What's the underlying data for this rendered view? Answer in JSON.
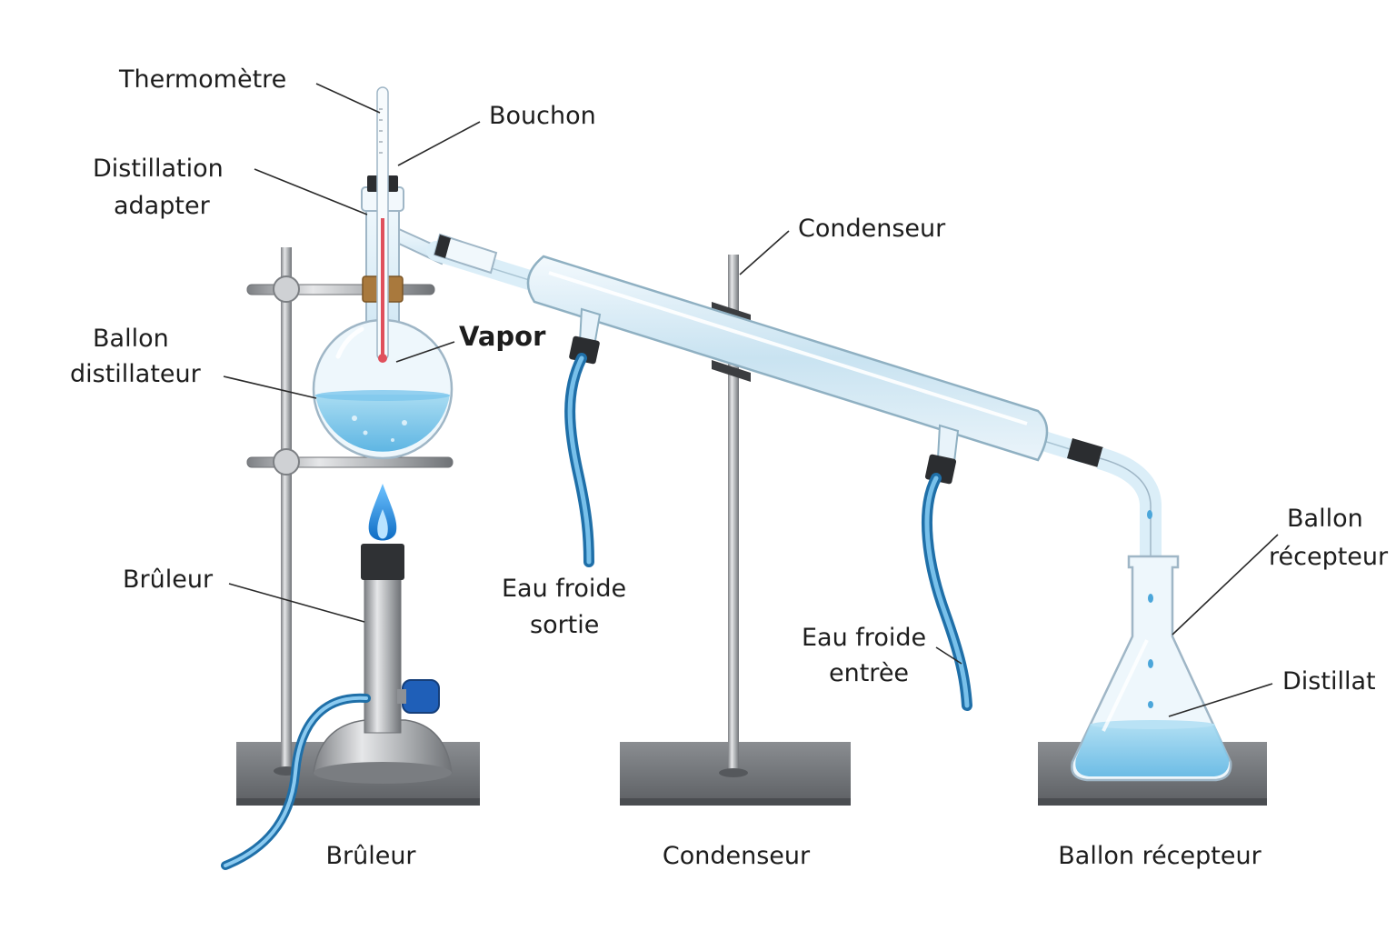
{
  "labels": {
    "thermometre": "Thermomètre",
    "bouchon": "Bouchon",
    "distillation_adapter_1": "Distillation",
    "distillation_adapter_2": "adapter",
    "condenseur": "Condenseur",
    "vapor": "Vapor",
    "ballon_distillateur_1": "Ballon",
    "ballon_distillateur_2": "distillateur",
    "bruleur": "Brûleur",
    "eau_froide_sortie_1": "Eau froide",
    "eau_froide_sortie_2": "sortie",
    "eau_froide_entree_1": "Eau froide",
    "eau_froide_entree_2": "entrèe",
    "ballon_recepteur_1": "Ballon",
    "ballon_recepteur_2": "récepteur",
    "distillat": "Distillat"
  },
  "captions": {
    "bruleur": "Brûleur",
    "condenseur": "Condenseur",
    "ballon_recepteur": "Ballon récepteur"
  },
  "colors": {
    "water": "#8fd0ee",
    "water_dark": "#3a9fd2",
    "glass_edge": "#9fb6c6",
    "metal": "#9a9da1",
    "base": "#6d7074",
    "hose": "#2d86c3",
    "flame": "#1e88d8",
    "clamp": "#a9793d",
    "thermo_red": "#e0505c"
  }
}
